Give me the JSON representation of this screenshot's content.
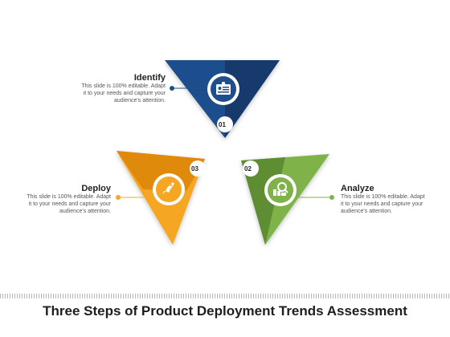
{
  "title": "Three Steps of Product Deployment Trends Assessment",
  "colors": {
    "identify": "#1f4e8c",
    "identify_dark": "#163a6b",
    "analyze": "#7fb24a",
    "analyze_dark": "#5e8d33",
    "deploy": "#f5a623",
    "deploy_dark": "#e08a0c"
  },
  "steps": [
    {
      "id": "identify",
      "title": "Identify",
      "number": "01",
      "icon": "id-card-icon",
      "description": [
        "This slide is 100% editable. Adapt",
        "it to your needs and capture your",
        "audience's attention."
      ]
    },
    {
      "id": "analyze",
      "title": "Analyze",
      "number": "02",
      "icon": "chart-magnifier-icon",
      "description": [
        "This slide is 100% editable. Adapt",
        "it to your needs and capture your",
        "audience's attention."
      ]
    },
    {
      "id": "deploy",
      "title": "Deploy",
      "number": "03",
      "icon": "rocket-icon",
      "description": [
        "This slide is 100% editable. Adapt",
        "it to your needs and capture your",
        "audience's attention."
      ]
    }
  ]
}
